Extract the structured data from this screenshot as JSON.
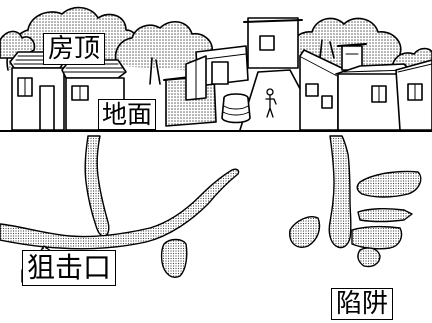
{
  "figure": {
    "labels": {
      "roof": "房顶",
      "ground": "地面",
      "sniper_port": "狙击口",
      "trap": "陷阱"
    },
    "colors": {
      "ink": "#000000",
      "paper": "#ffffff",
      "stipple": "#555555"
    }
  }
}
